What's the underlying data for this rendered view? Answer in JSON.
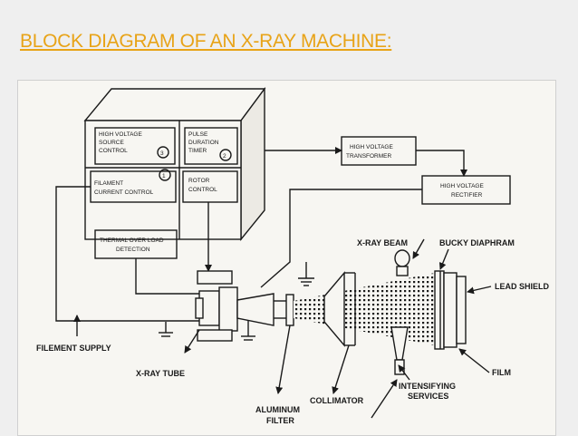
{
  "slide": {
    "title": "BLOCK DIAGRAM OF AN X-RAY MACHINE:"
  },
  "diagram": {
    "control_box": {
      "hv_source": {
        "line1": "HIGH VOLTAGE",
        "line2": "SOURCE",
        "line3": "CONTROL",
        "number": "3"
      },
      "pulse_timer": {
        "line1": "PULSE",
        "line2": "DURATION",
        "line3": "TIMER",
        "number": "2"
      },
      "filament_control": {
        "line1": "FILAMENT",
        "line2": "CURRENT CONTROL",
        "number": "1"
      },
      "rotor_control": {
        "line1": "ROTOR",
        "line2": "CONTROL"
      }
    },
    "hv_transformer": {
      "line1": "HIGH VOLTAGE",
      "line2": "TRANSFORMER"
    },
    "hv_rectifier": {
      "line1": "HIGH VOLTAGE",
      "line2": "RECTIFIER"
    },
    "thermal": {
      "line1": "THERMAL OVER LOAD",
      "line2": "DETECTION"
    },
    "labels": {
      "xray_beam": "X-RAY BEAM",
      "bucky": "BUCKY DIAPHRAM",
      "lead_shield": "LEAD SHIELD",
      "filement_supply": "FILEMENT SUPPLY",
      "xray_tube": "X-RAY TUBE",
      "film": "FILM",
      "collimator": "COLLIMATOR",
      "intensifying_1": "INTENSIFYING",
      "intensifying_2": "SERVICES",
      "aluminum_1": "ALUMINUM",
      "aluminum_2": "FILTER"
    }
  }
}
